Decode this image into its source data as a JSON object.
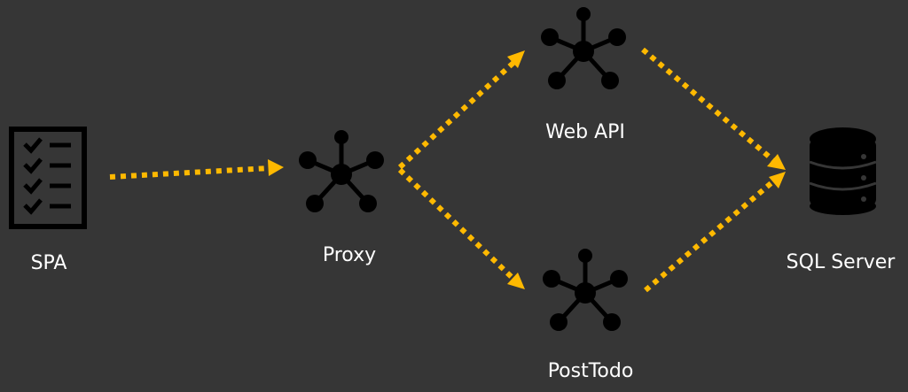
{
  "nodes": {
    "spa": {
      "label": "SPA",
      "icon": "checklist-icon"
    },
    "proxy": {
      "label": "Proxy",
      "icon": "hub-node-icon"
    },
    "web_api": {
      "label": "Web API",
      "icon": "hub-node-icon"
    },
    "post_todo": {
      "label": "PostTodo",
      "icon": "hub-node-icon"
    },
    "sql_server": {
      "label": "SQL Server",
      "icon": "database-icon"
    }
  },
  "edges": [
    {
      "from": "SPA",
      "to": "Proxy"
    },
    {
      "from": "Proxy",
      "to": "Web API"
    },
    {
      "from": "Proxy",
      "to": "PostTodo"
    },
    {
      "from": "Web API",
      "to": "SQL Server"
    },
    {
      "from": "PostTodo",
      "to": "SQL Server"
    }
  ],
  "colors": {
    "background": "#363636",
    "icon": "#000000",
    "arrow": "#FFB900",
    "text": "#FFFFFF"
  }
}
